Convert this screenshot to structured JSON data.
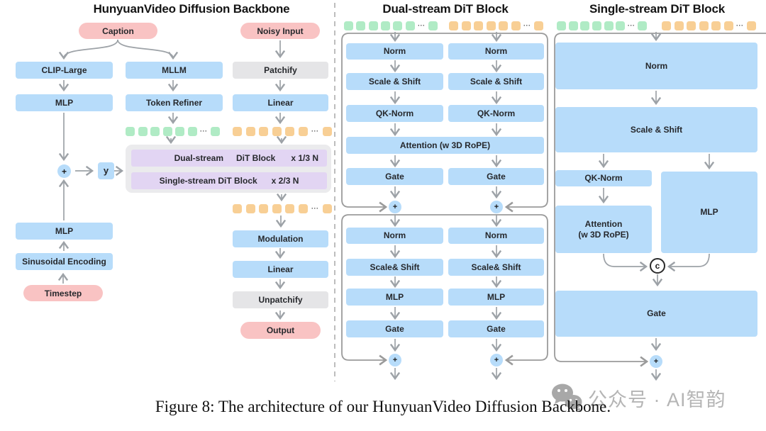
{
  "colors": {
    "box_blue": "#b7dcfa",
    "box_pink": "#f9c3c3",
    "box_gray": "#e5e5e7",
    "box_purple": "#e2d5f3",
    "container_gray": "#ebebed",
    "token_green": "#b0ebc5",
    "token_orange": "#f8cf95",
    "arrow_gray": "#9da2a7",
    "text_dark": "#26282c",
    "watermark_gray": "#b5b5b5"
  },
  "titles": {
    "backbone": "HunyuanVideo Diffusion Backbone",
    "dual": "Dual-stream DiT Block",
    "single": "Single-stream DiT Block"
  },
  "backbone": {
    "caption": "Caption",
    "noisy_input": "Noisy Input",
    "clip_large": "CLIP-Large",
    "mllm": "MLLM",
    "patchify": "Patchify",
    "mlp_text": "MLP",
    "token_refiner": "Token Refiner",
    "linear_in": "Linear",
    "plus": "+",
    "y_label": "y",
    "dual_row": {
      "name": "Dual-stream",
      "block": "DiT Block",
      "mult": "x 1/3 N"
    },
    "single_row": {
      "name": "Single-stream DiT Block",
      "mult": "x 2/3 N"
    },
    "mlp_time": "MLP",
    "sinusoidal": "Sinusoidal Encoding",
    "timestep": "Timestep",
    "modulation": "Modulation",
    "linear_out": "Linear",
    "unpatchify": "Unpatchify",
    "output": "Output"
  },
  "dual_block": {
    "norm1": "Norm",
    "scale_shift1": "Scale & Shift",
    "qk_norm": "QK-Norm",
    "attention": "Attention (w 3D RoPE)",
    "gate1": "Gate",
    "norm2": "Norm",
    "scale_shift2": "Scale& Shift",
    "mlp": "MLP",
    "gate2": "Gate",
    "plus": "+"
  },
  "single_block": {
    "norm": "Norm",
    "scale_shift": "Scale & Shift",
    "qk_norm": "QK-Norm",
    "attention_l1": "Attention",
    "attention_l2": "(w 3D RoPE)",
    "mlp": "MLP",
    "gate": "Gate",
    "concat": "c",
    "plus": "+"
  },
  "tokens": {
    "ellipsis": "···",
    "rows": {
      "left_green": {
        "color": "green",
        "before": 6,
        "after": 1
      },
      "left_orange": {
        "color": "orange",
        "before": 6,
        "after": 1
      },
      "left_orange2": {
        "color": "orange",
        "before": 6,
        "after": 1
      },
      "mid_green": {
        "color": "green",
        "before": 6,
        "after": 1
      },
      "mid_orange": {
        "color": "orange",
        "before": 6,
        "after": 1
      },
      "single_green": {
        "color": "green",
        "before": 6,
        "after": 1
      },
      "single_orange": {
        "color": "orange",
        "before": 6,
        "after": 1
      }
    }
  },
  "figure_caption": "Figure 8: The architecture of our HunyuanVideo Diffusion Backbone.",
  "watermark": {
    "text": "公众号 · AI智韵"
  }
}
